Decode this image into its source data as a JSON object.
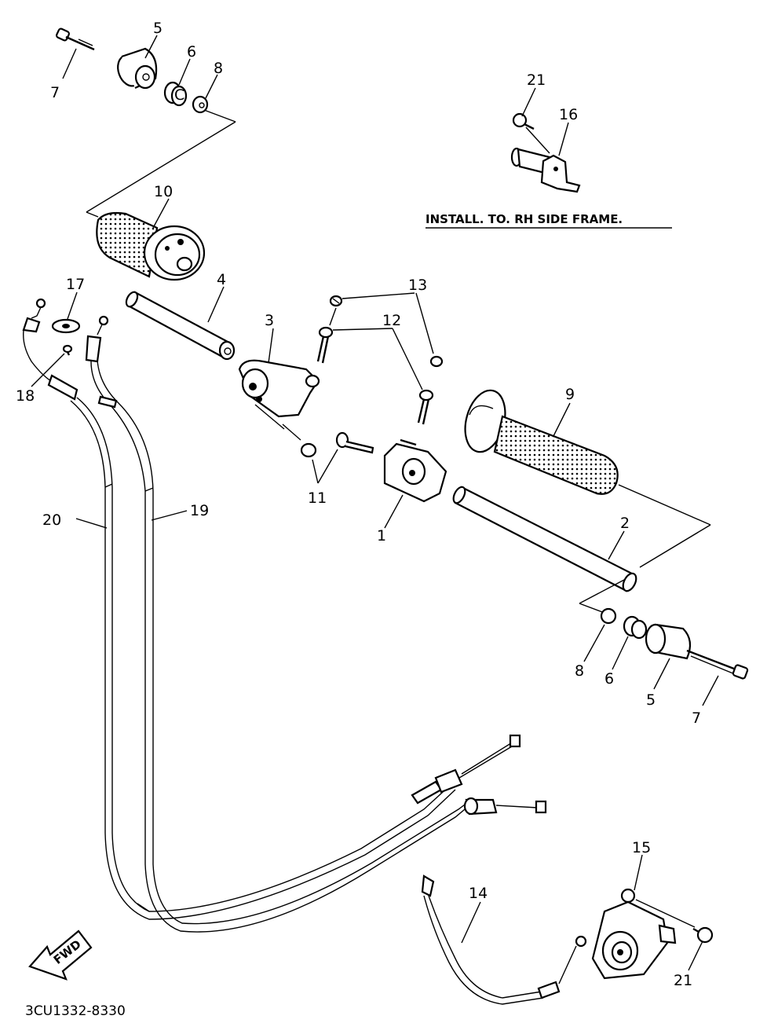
{
  "diagram": {
    "note": "INSTALL. TO. RH SIDE FRAME.",
    "code": "3CU1332-8330",
    "fwd": "FWD",
    "callouts": {
      "c1": "1",
      "c2": "2",
      "c3": "3",
      "c4": "4",
      "c5a": "5",
      "c5b": "5",
      "c6a": "6",
      "c6b": "6",
      "c7a": "7",
      "c7b": "7",
      "c8a": "8",
      "c8b": "8",
      "c9": "9",
      "c10": "10",
      "c11": "11",
      "c12": "12",
      "c13": "13",
      "c14": "14",
      "c15": "15",
      "c16": "16",
      "c17": "17",
      "c18": "18",
      "c19": "19",
      "c20": "20",
      "c21a": "21",
      "c21b": "21"
    }
  }
}
